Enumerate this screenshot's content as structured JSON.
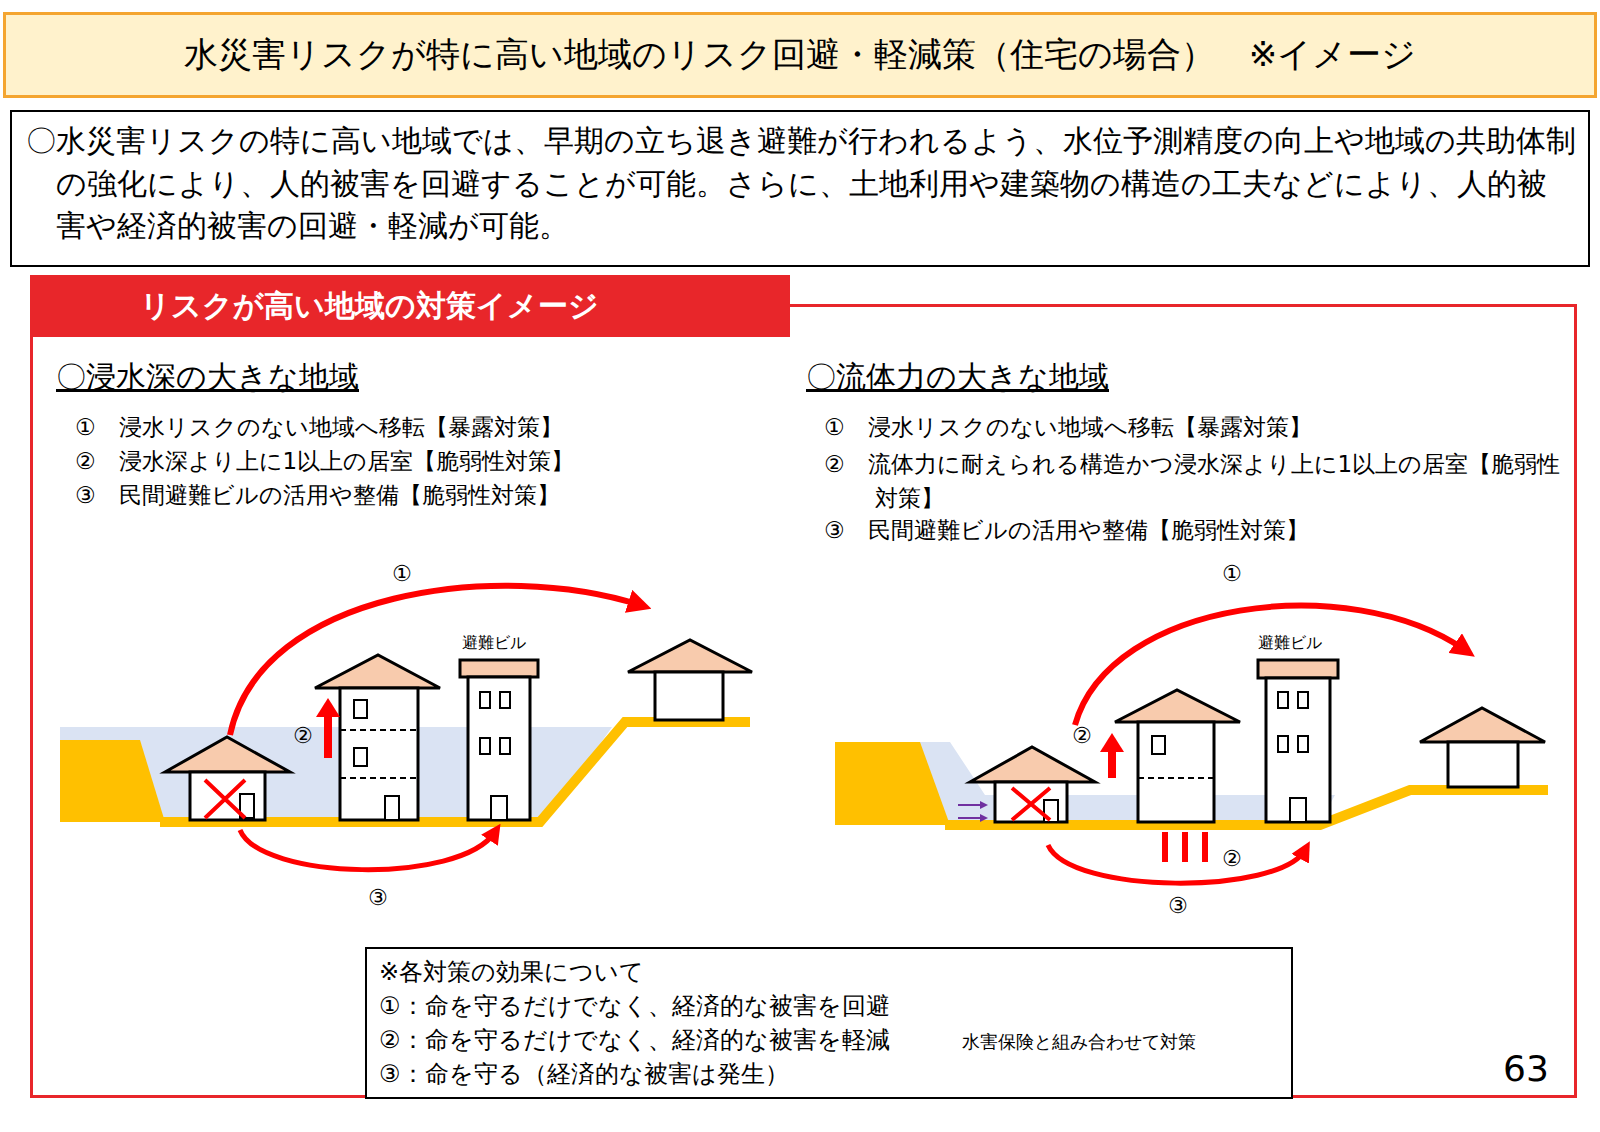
{
  "diagram": {
    "title": "水災害リスクが特に高い地域のリスク回避・軽減策（住宅の場合）　※イメージ",
    "nodes": [
      {
        "text": [
          "〇水災害リスクの特に高い地域では、早期の立ち退き避難が行われるよう、水位予測精度の向上や地域の共助体制の強化により、人的被害を回避することが可能。さらに、土地利用や建築物の構造の工夫などにより、人的被害や経済的被害の回避・軽減が可能。"
        ]
      },
      {
        "text": [
          "リスクが高い地域の対策イメージ"
        ]
      },
      {
        "text": [
          "※各対策の効果について",
          "①：命を守るだけでなく、経済的な被害を回避",
          "②：命を守るだけでなく、経済的な被害を軽減",
          "③：命を守る（経済的な被害は発生）"
        ],
        "in": 1
      }
    ],
    "labels": [
      "〇浸水深の大きな地域",
      "①　浸水リスクのない地域へ移転【暴露対策】",
      "②　浸水深より上に1以上の居室【脆弱性対策】",
      "③　民間避難ビルの活用や整備【脆弱性対策】",
      "〇流体力の大きな地域",
      "①　浸水リスクのない地域へ移転【暴露対策】",
      "②　流体力に耐えられる構造かつ浸水深より上に1以上の居室【脆弱性対策】",
      "③　民間避難ビルの活用や整備【脆弱性対策】",
      "①",
      "②",
      "③",
      "避難ビル",
      "①",
      "②",
      "②",
      "③",
      "避難ビル",
      "水害保険と組み合わせて対策",
      "63"
    ]
  }
}
